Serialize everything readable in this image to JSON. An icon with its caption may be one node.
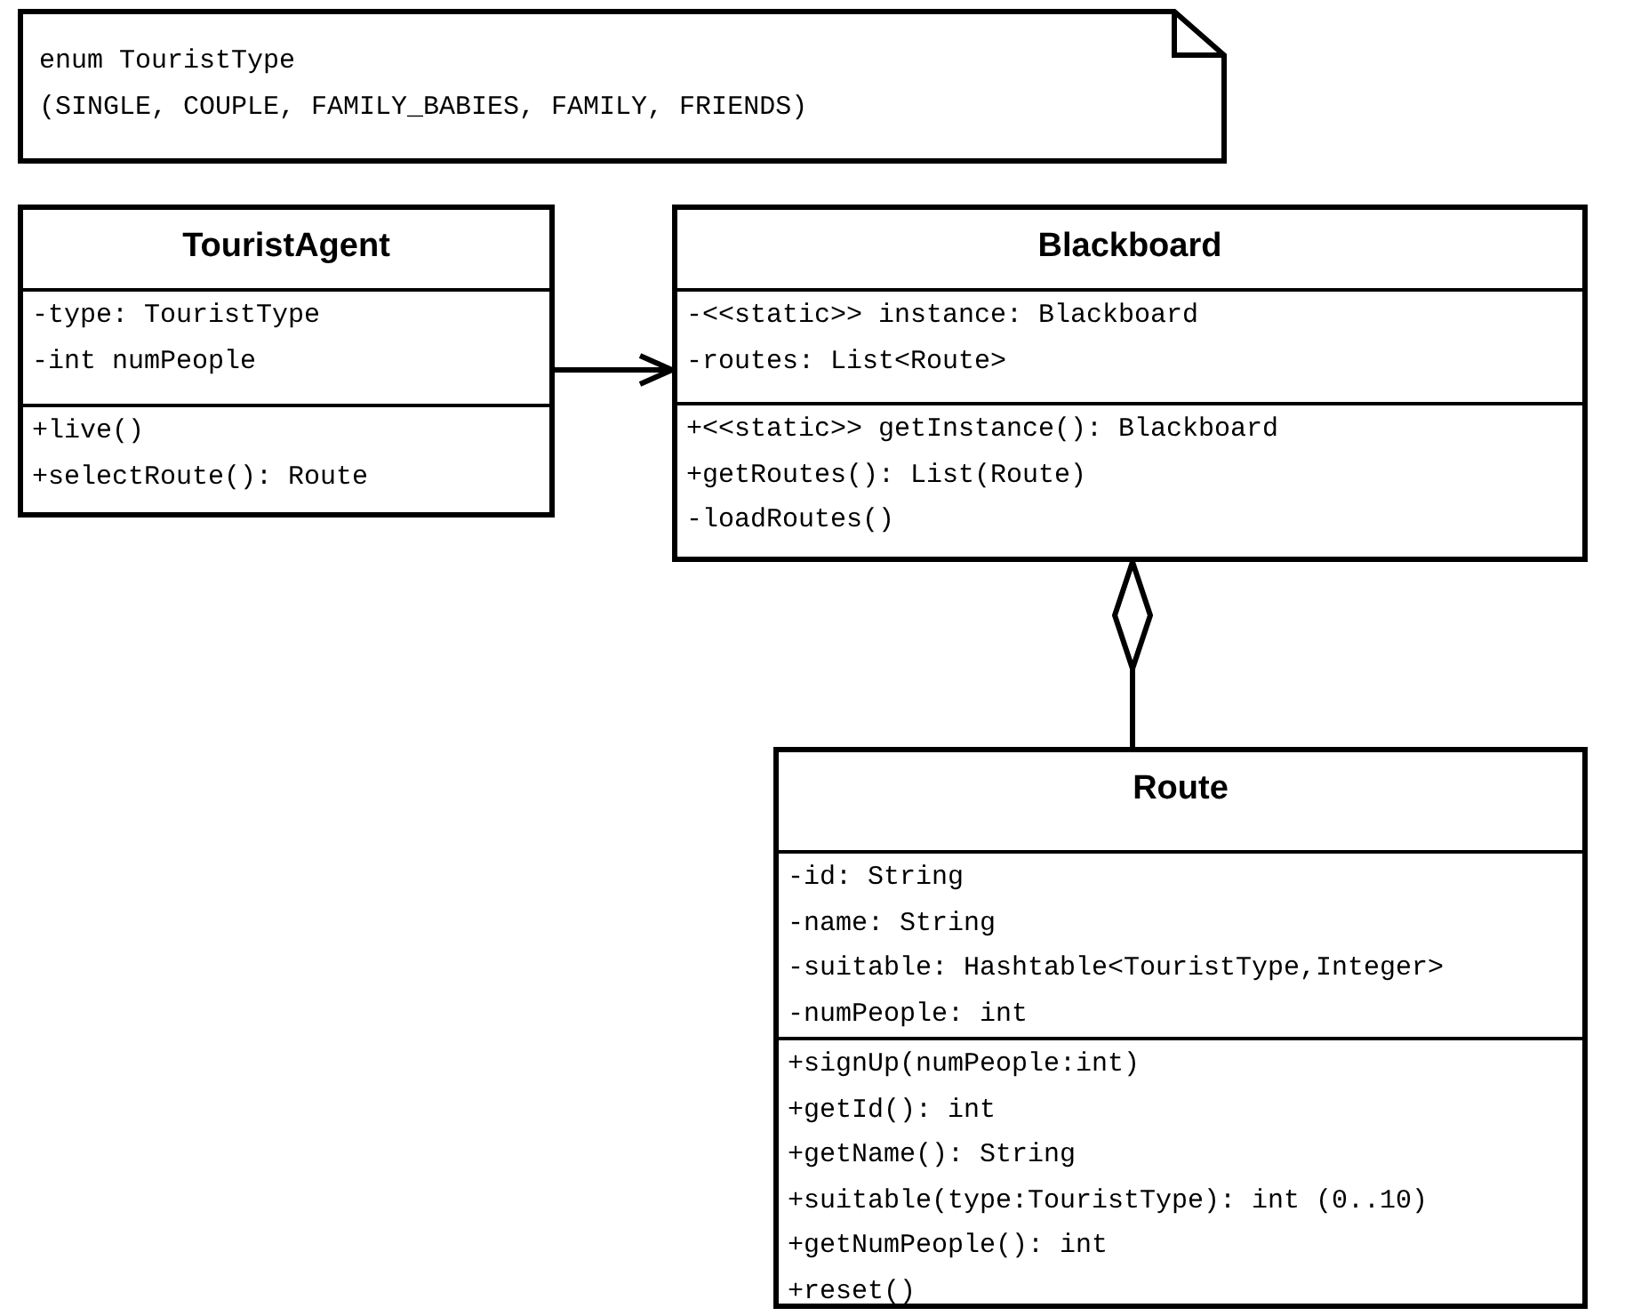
{
  "diagram": {
    "nodes": [
      {
        "text": [
          "enum TouristType",
          "(SINGLE, COUPLE, FAMILY_BABIES, FAMILY, FRIENDS)"
        ]
      },
      {
        "text": [
          "TouristAgent"
        ]
      },
      {
        "text": [
          "-type: TouristType",
          "-int numPeople"
        ],
        "in": 1
      },
      {
        "text": [
          "+live()",
          "+selectRoute(): Route"
        ],
        "in": 1
      },
      {
        "text": [
          "Blackboard"
        ]
      },
      {
        "text": [
          "-<<static>> instance: Blackboard",
          "-routes: List<Route>"
        ],
        "in": 4
      },
      {
        "text": [
          "+<<static>> getInstance(): Blackboard",
          "+getRoutes(): List(Route)",
          "-loadRoutes()"
        ],
        "in": 4
      },
      {
        "text": [
          "Route"
        ]
      },
      {
        "text": [
          "-id: String",
          "-name: String",
          "-suitable: Hashtable<TouristType,Integer>",
          "-numPeople: int"
        ],
        "in": 7
      },
      {
        "text": [
          "+signUp(numPeople:int)",
          "+getId(): int",
          "+getName(): String",
          "+suitable(type:TouristType): int (0..10)",
          "+getNumPeople(): int",
          "+reset()"
        ],
        "in": 7
      }
    ],
    "edges": [
      {
        "from": 1,
        "to": 4,
        "arrow": "to"
      },
      {
        "from": 7,
        "to": 4,
        "arrow": "other"
      }
    ]
  }
}
